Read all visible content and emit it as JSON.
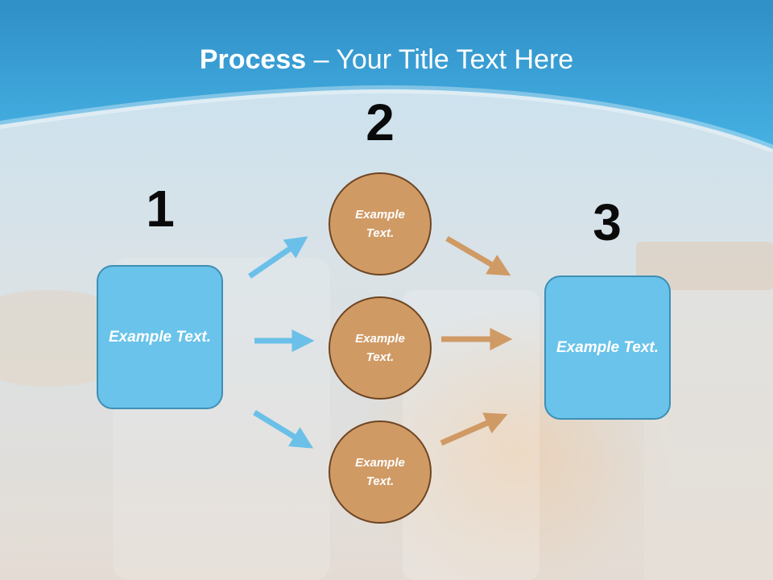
{
  "slide": {
    "title_bold": "Process",
    "title_rest": " – Your Title Text Here"
  },
  "steps": {
    "one": {
      "number": "1",
      "text": "Example Text."
    },
    "two": {
      "number": "2"
    },
    "three": {
      "number": "3",
      "text": "Example Text."
    }
  },
  "circles": [
    {
      "text": "Example Text."
    },
    {
      "text": "Example Text."
    },
    {
      "text": "Example Text."
    }
  ],
  "colors": {
    "header_blue": "#3aa6d8",
    "box_fill": "#69c3ea",
    "box_border": "#3f8fb4",
    "circle_fill": "#d09a65",
    "circle_border": "#6d4522",
    "arrow_blue": "#6ac0e8",
    "arrow_orange": "#d09a65"
  }
}
